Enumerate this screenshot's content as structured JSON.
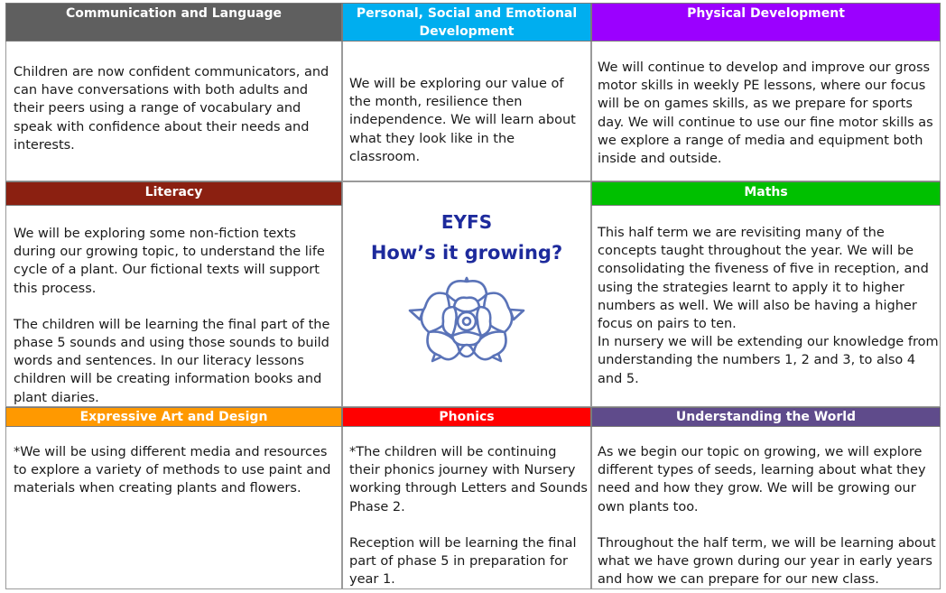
{
  "colors": {
    "communication": "#5f5f5f",
    "pse": "#00aeef",
    "physical": "#9b00ff",
    "literacy": "#8b2011",
    "maths": "#00c000",
    "art": "#ff9900",
    "phonics": "#ff0000",
    "world": "#5f4b8b",
    "center_title": "#1d2a9c",
    "rose": "#5a73b8"
  },
  "communication": {
    "title": "Communication and Language",
    "text": "Children are now confident communicators, and can have conversations with both adults and their peers using a range of vocabulary and speak with confidence about their needs and interests."
  },
  "pse": {
    "title": "Personal, Social and Emotional Development",
    "text": "We will be exploring our value of the month, resilience then independence. We will learn about what they look like in the classroom."
  },
  "physical": {
    "title": "Physical Development",
    "text": "We will continue to develop and improve our gross motor skills in weekly PE lessons, where our focus will be on games skills, as we prepare for sports day. We will continue to use our fine motor skills as we explore a range of media and equipment both inside and outside."
  },
  "literacy": {
    "title": "Literacy",
    "text1": "We will be exploring some non-fiction texts during our growing topic, to understand the life cycle of a plant. Our fictional texts will support this process.",
    "text2": "The children will be learning the final part of the phase 5 sounds and using those sounds to build words and sentences. In our literacy lessons children will be creating information books and plant diaries."
  },
  "center": {
    "line1": "EYFS",
    "line2": "How’s it growing?",
    "logo": "yorkshire-rose-icon"
  },
  "maths": {
    "title": "Maths",
    "text1": "This half term we are revisiting many of the concepts taught throughout the year. We will be consolidating the fiveness of five in reception, and using the strategies learnt to apply it to higher numbers as well. We will also be having a higher focus on pairs to ten.",
    "text2": "In nursery we will be extending our knowledge from understanding the numbers 1, 2 and 3, to also 4 and 5."
  },
  "art": {
    "title": "Expressive Art and Design",
    "text": "*We will be using different media and resources to explore a variety of methods to use paint and materials when creating plants and flowers."
  },
  "phonics": {
    "title": "Phonics",
    "text1": "*The children will be continuing their phonics journey with Nursery working through Letters and Sounds Phase 2.",
    "text2": "Reception will be learning the final part of phase 5 in preparation for year 1."
  },
  "world": {
    "title": "Understanding the World",
    "text1": "As we begin our topic on growing, we will explore different types of seeds, learning about what they need and how they grow. We will be growing our own plants too.",
    "text2": "Throughout the half term, we will be learning about what we have grown during our year in early years and how we can prepare for our new class."
  }
}
